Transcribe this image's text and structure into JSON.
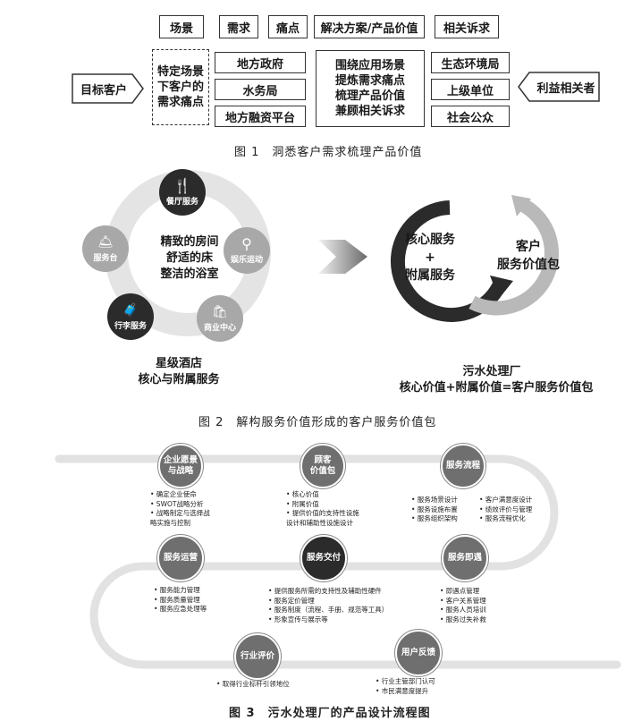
{
  "fig1": {
    "headers": [
      "场景",
      "需求",
      "痛点",
      "解决方案/产品价值",
      "相关诉求"
    ],
    "target_customer": "目标客户",
    "scenario": "特定场景\n下客户的\n需求痛点",
    "needs": [
      "地方政府",
      "水务局",
      "地方融资平台"
    ],
    "solution": "围绕应用场景\n提炼需求痛点\n梳理产品价值\n兼顾相关诉求",
    "claims": [
      "生态环境局",
      "上级单位",
      "社会公众"
    ],
    "stakeholders": "利益相关者",
    "caption": "图 1　洞悉客户需求梳理产品价值"
  },
  "fig2": {
    "hotel_center": "精致的房间\n舒适的床\n整洁的浴室",
    "hotel_services": [
      "餐厅服务",
      "娱乐运动",
      "商业中心",
      "行李服务",
      "服务台"
    ],
    "icons": [
      "fork-knife-icon",
      "magnifier-icon",
      "shopping-bag-icon",
      "luggage-icon",
      "bell-icon"
    ],
    "hotel_title": "星级酒店\n核心与附属服务",
    "core": "核心服务\n+\n附属服务",
    "package": "客户\n服务价值包",
    "plant_title": "污水处理厂",
    "plant_formula": "核心价值+附属价值=客户服务价值包",
    "caption": "图 2　解构服务价值形成的客户服务价值包"
  },
  "fig3": {
    "nodes": [
      {
        "name": "企业愿景\n与战略",
        "tone": "mid"
      },
      {
        "name": "顾客\n价值包",
        "tone": "mid"
      },
      {
        "name": "服务流程",
        "tone": "mid"
      },
      {
        "name": "服务运营",
        "tone": "mid"
      },
      {
        "name": "服务交付",
        "tone": "dark"
      },
      {
        "name": "服务即遇",
        "tone": "mid"
      },
      {
        "name": "行业评价",
        "tone": "mid"
      },
      {
        "name": "用户反馈",
        "tone": "mid"
      }
    ],
    "bullets": {
      "vision": "• 确定企业使命\n• SWOT战略分析\n• 战略制定与选择战\n  略实施与控制",
      "package": "• 核心价值\n• 附属价值\n• 提供价值的支持性设施\n  设计和辅助性设施设计",
      "process_a": "• 服务场景设计\n• 服务设施布置\n• 服务组织架构",
      "process_b": "• 客户满意度设计\n• 绩效评价与管理\n• 服务流程优化",
      "operation": "• 服务能力管理\n• 服务质量管理\n• 服务应急处理等",
      "delivery": "• 提供服务所需的支持性及辅助性硬件\n• 服务定价管理\n• 服务制度（流程、手册、规范等工具）\n• 形象宣传与展示等",
      "encounter": "• 即遇点管理\n• 客户关系管理\n• 服务人员培训\n• 服务过失补救",
      "evaluation": "• 取得行业标杆引领地位",
      "feedback": "• 行业主管部门认可\n• 市民满意度提升"
    },
    "caption": "图 3　污水处理厂的产品设计流程图"
  }
}
